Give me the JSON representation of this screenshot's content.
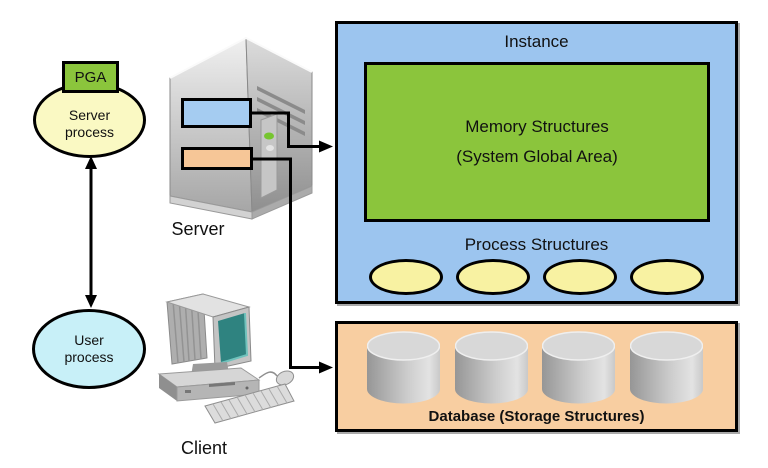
{
  "client_side": {
    "pga_label": "PGA",
    "server_process": {
      "line1": "Server",
      "line2": "process"
    },
    "user_process": {
      "line1": "User",
      "line2": "process"
    }
  },
  "machines": {
    "server_caption": "Server",
    "client_caption": "Client"
  },
  "instance": {
    "title": "Instance",
    "memory": {
      "line1": "Memory Structures",
      "line2": "(System Global Area)"
    },
    "process_structures_label": "Process Structures",
    "process_ellipse_count": 4
  },
  "database": {
    "label": "Database (Storage Structures)",
    "cylinder_count": 4
  },
  "colors": {
    "instance_fill": "#9CC5EF",
    "memory_fill": "#8BC53C",
    "pga_fill": "#8BC53C",
    "database_fill": "#F8CEA1",
    "slot_blue_fill": "#A5CCF1",
    "slot_orange_fill": "#F6C697",
    "process_ellipse_fill": "#F8F2A2",
    "server_process_fill": "#FAF9C3",
    "user_process_fill": "#C8F0F8",
    "outline": "#000000"
  }
}
